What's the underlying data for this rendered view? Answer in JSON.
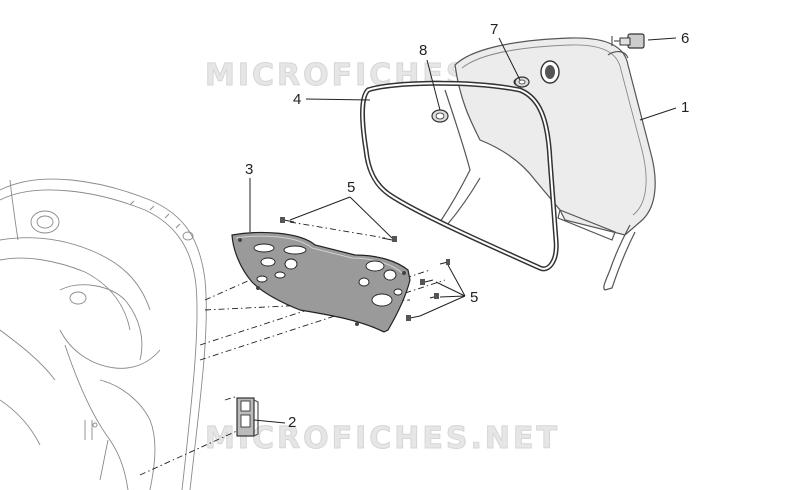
{
  "watermark": {
    "text_top": "MICROFICHES.NET",
    "text_bottom": "MICROFICHES.NET"
  },
  "callouts": [
    {
      "id": "1",
      "label": "1"
    },
    {
      "id": "2",
      "label": "2"
    },
    {
      "id": "3",
      "label": "3"
    },
    {
      "id": "4",
      "label": "4"
    },
    {
      "id": "5a",
      "label": "5"
    },
    {
      "id": "5b",
      "label": "5"
    },
    {
      "id": "6",
      "label": "6"
    },
    {
      "id": "7",
      "label": "7"
    },
    {
      "id": "8",
      "label": "8"
    }
  ],
  "colors": {
    "line": "#555555",
    "panel_fill": "#ececec",
    "plate_fill": "#9a9a9a",
    "seal": "#333333",
    "watermark": "#e6e6e6"
  }
}
